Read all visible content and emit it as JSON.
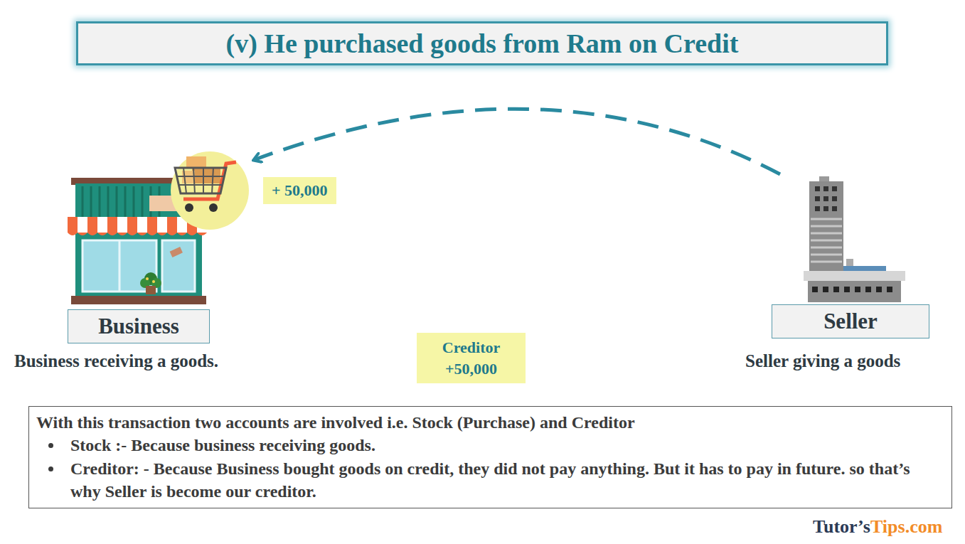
{
  "diagram": {
    "title": "(v) He purchased goods from Ram on Credit",
    "nodes": [
      {
        "text": [
          "+ 50,000"
        ]
      },
      {
        "text": [
          "Business"
        ]
      },
      {
        "text": [
          "Creditor +50,000"
        ]
      },
      {
        "text": [
          "Seller"
        ]
      },
      {
        "text": [
          "With this transaction two accounts are involved i.e. Stock (Purchase) and Creditor",
          "Stock :- Because business receiving goods.",
          "Creditor: - Because Business bought goods on credit, they did not pay anything. But it has to pay in future. so that’s why Seller is become our creditor."
        ]
      }
    ],
    "edges": [
      {
        "from": 3,
        "to": 1,
        "arrow": "to"
      }
    ],
    "labels": [
      "Business receiving a goods.",
      "Seller giving a goods",
      "Tutor’s",
      "Tips.com"
    ]
  }
}
